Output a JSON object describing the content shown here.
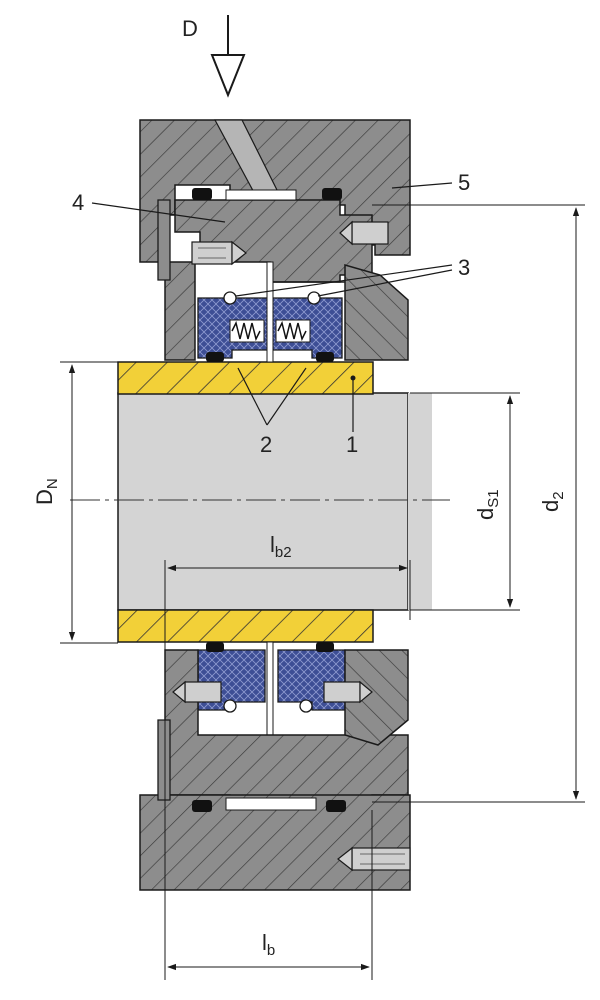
{
  "labels": {
    "D": "D",
    "n1": "1",
    "n2": "2",
    "n3": "3",
    "n4": "4",
    "n5": "5",
    "DN_main": "D",
    "DN_sub": "N",
    "dS1_main": "d",
    "dS1_sub": "S1",
    "d2_main": "d",
    "d2_sub": "2",
    "lb2_main": "l",
    "lb2_sub": "b2",
    "lb_main": "l",
    "lb_sub": "b"
  },
  "colors": {
    "steel": "#8d8d8d",
    "shaft": "#d4d4d4",
    "sleeve": "#f2d038",
    "seal": "#3d4e95",
    "line": "#1a1a1a",
    "white": "#ffffff"
  }
}
